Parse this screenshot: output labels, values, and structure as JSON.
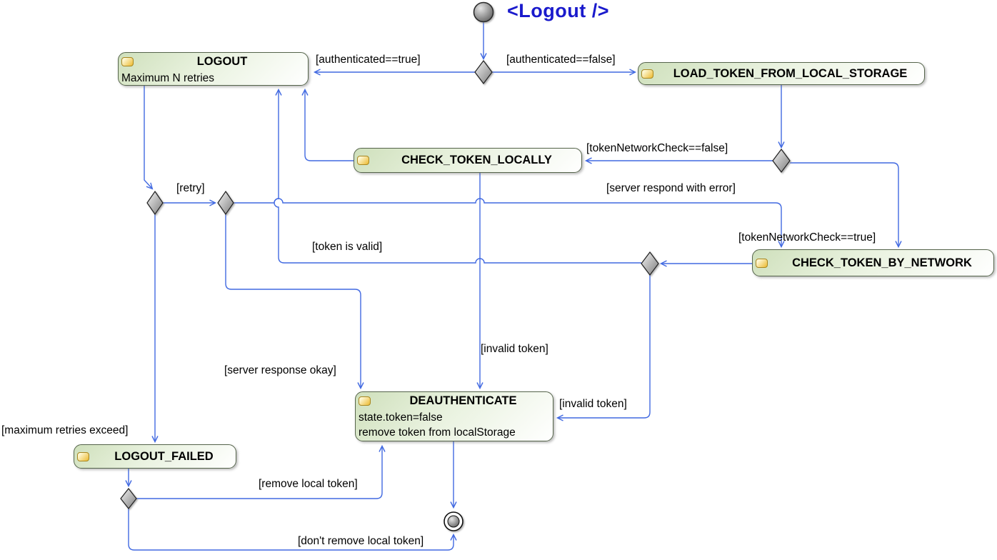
{
  "diagram_title": "<Logout />",
  "states": {
    "logout": {
      "title": "LOGOUT",
      "line1": "Maximum N retries"
    },
    "load_token_from_local_storage": {
      "title": "LOAD_TOKEN_FROM_LOCAL_STORAGE"
    },
    "check_token_locally": {
      "title": "CHECK_TOKEN_LOCALLY"
    },
    "check_token_by_network": {
      "title": "CHECK_TOKEN_BY_NETWORK"
    },
    "deauthenticate": {
      "title": "DEAUTHENTICATE",
      "line1": "state.token=false",
      "line2": "remove token from localStorage"
    },
    "logout_failed": {
      "title": "LOGOUT_FAILED"
    }
  },
  "guards": {
    "authenticated_true": "[authenticated==true]",
    "authenticated_false": "[authenticated==false]",
    "token_network_check_false": "[tokenNetworkCheck==false]",
    "token_network_check_true": "[tokenNetworkCheck==true]",
    "server_respond_with_error": "[server respond with error]",
    "retry": "[retry]",
    "token_is_valid": "[token is valid]",
    "invalid_token_locally": "[invalid token]",
    "invalid_token_network": "[invalid token]",
    "server_response_okay": "[server response okay]",
    "maximum_retries_exceed": "[maximum retries exceed]",
    "remove_local_token": "[remove local token]",
    "dont_remove_local_token": "[don't remove local token]"
  },
  "colors": {
    "edge_blue": "#4169e1",
    "state_border": "#55644b",
    "state_fill_top": "#cfe0bc",
    "state_fill_bottom": "#ffffff",
    "badge_yellow": "#ecba30",
    "title_blue": "#1a1acc"
  }
}
